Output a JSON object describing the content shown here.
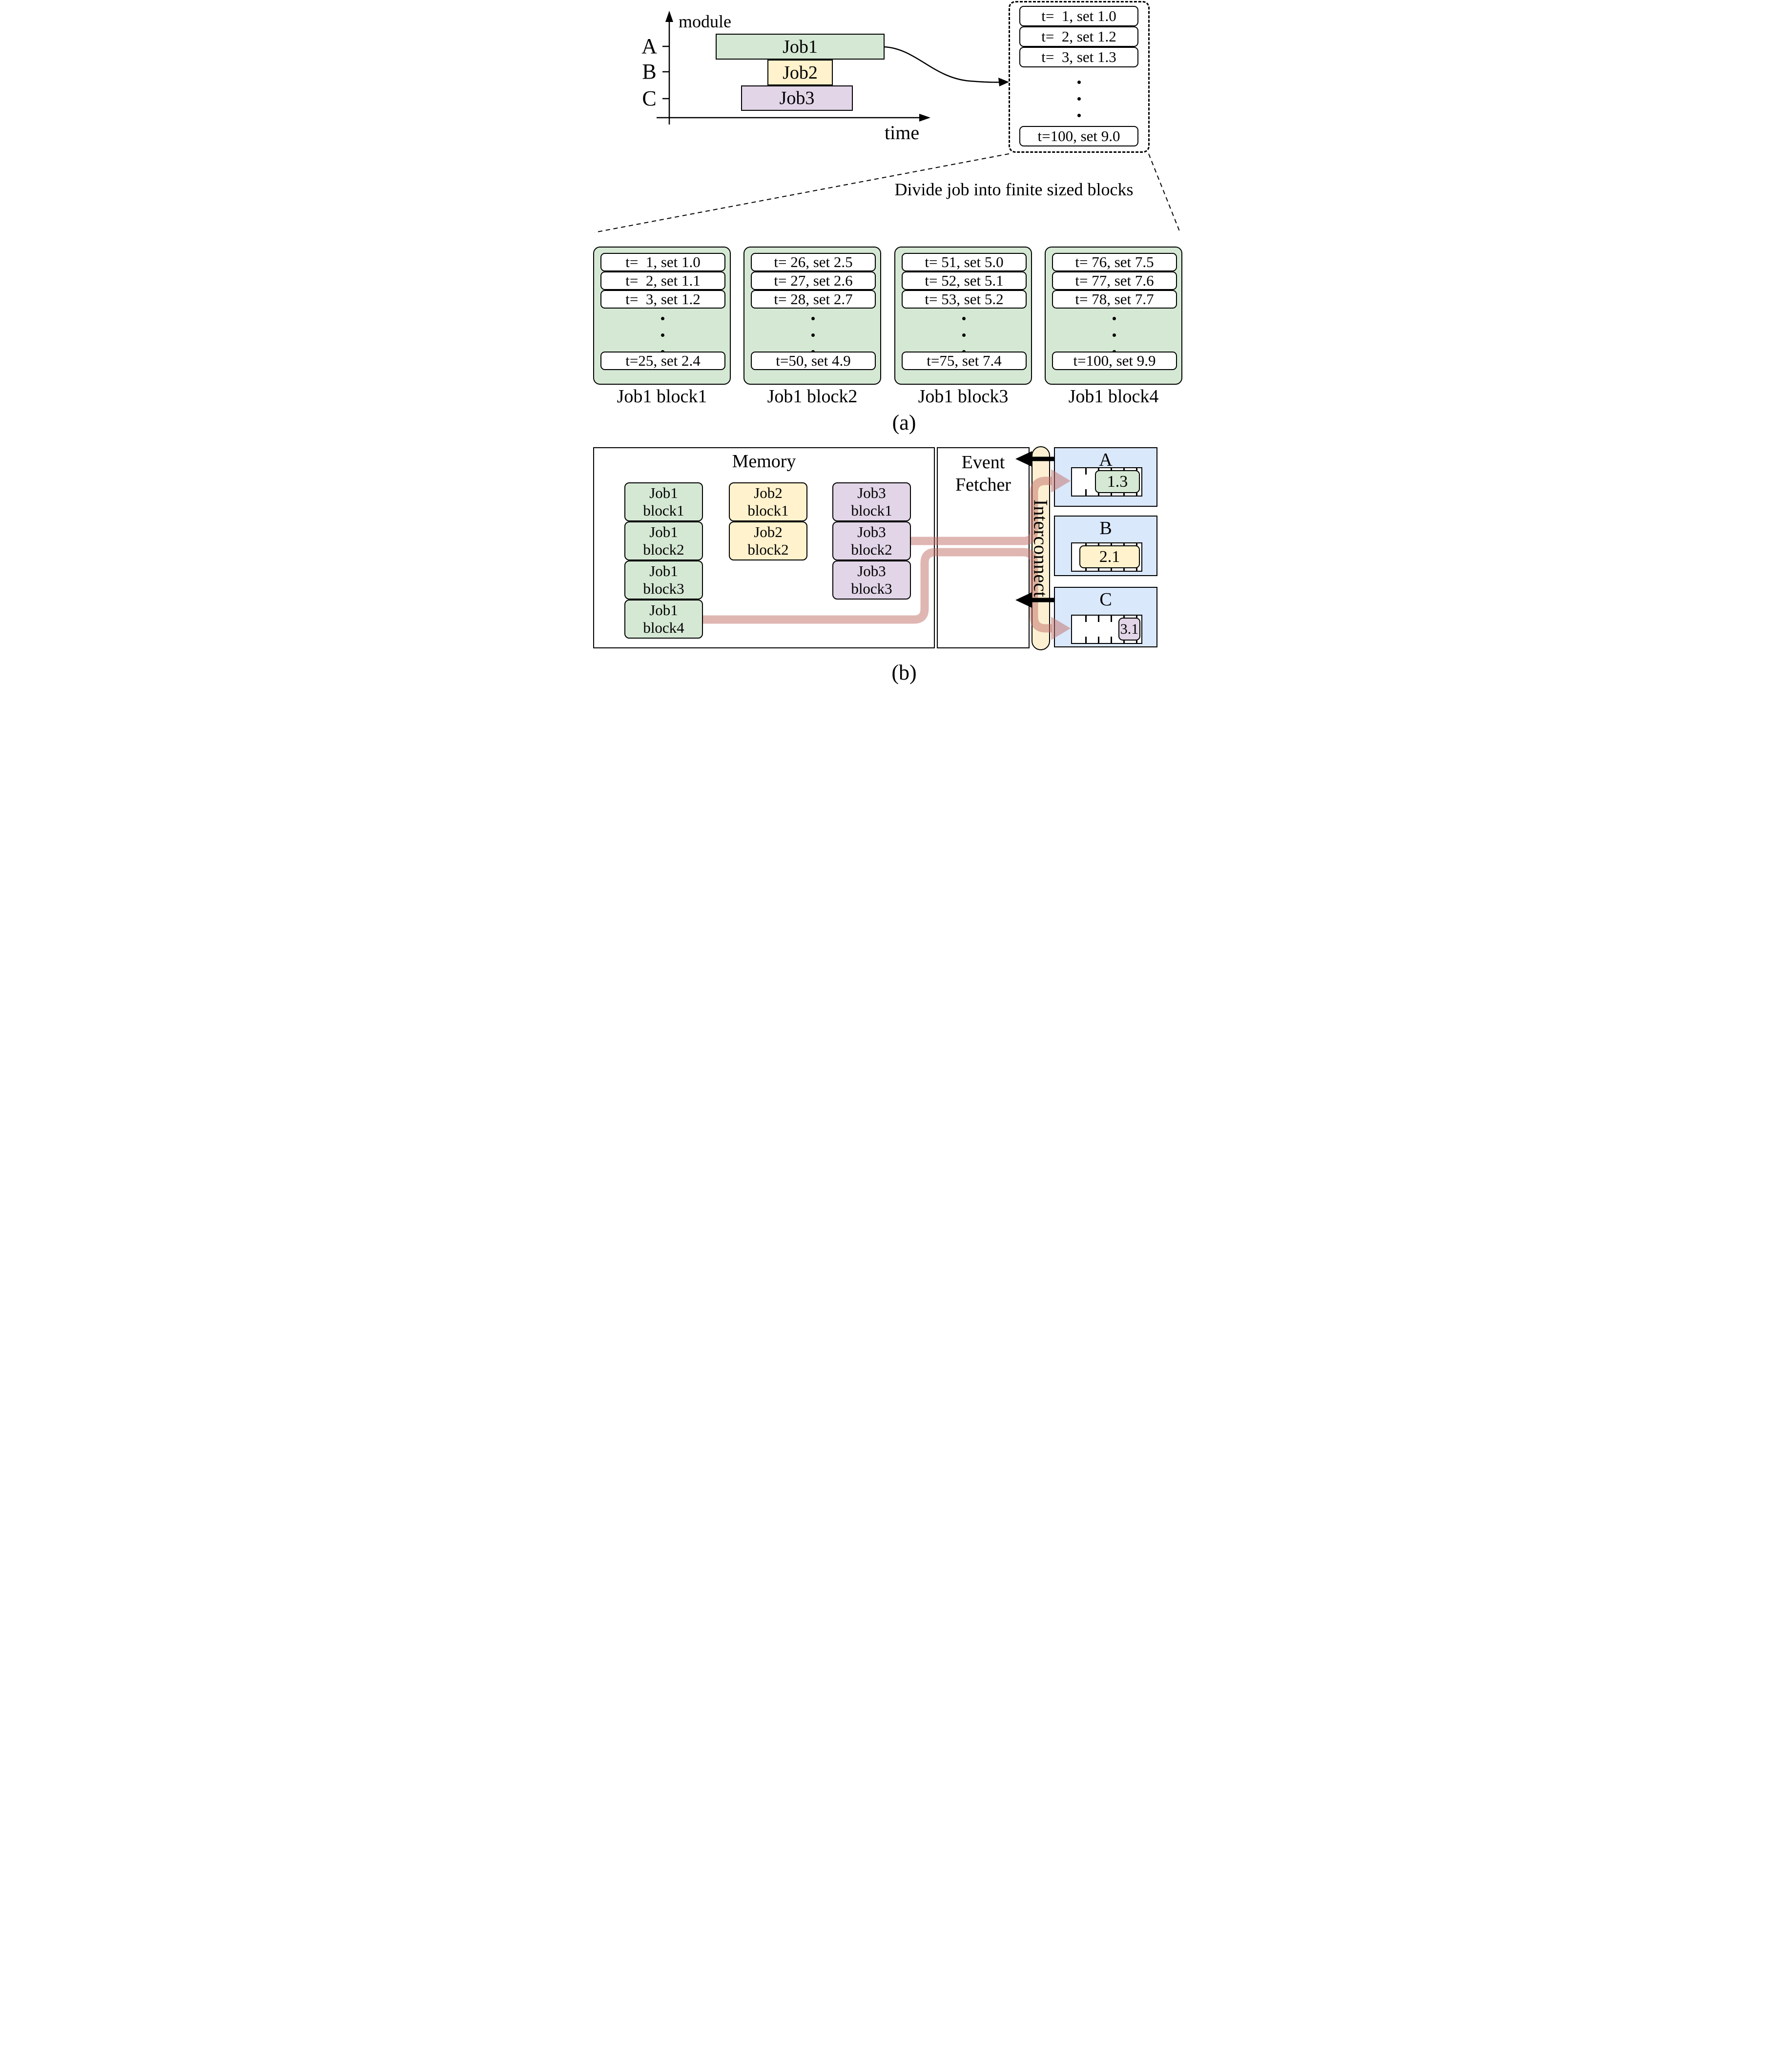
{
  "figure": {
    "panel_a_label": "(a)",
    "panel_b_label": "(b)",
    "divide_caption": "Divide job into finite sized blocks"
  },
  "gantt": {
    "y_axis_label": "module",
    "x_axis_label": "time",
    "row_labels": [
      "A",
      "B",
      "C"
    ],
    "bars": [
      {
        "label": "Job1",
        "module": "A"
      },
      {
        "label": "Job2",
        "module": "B"
      },
      {
        "label": "Job3",
        "module": "C"
      }
    ]
  },
  "event_stream": {
    "events": [
      "t=  1, set 1.0",
      "t=  2, set 1.2",
      "t=  3, set 1.3"
    ],
    "last_event": "t=100, set 9.0"
  },
  "job_blocks": [
    {
      "label": "Job1 block1",
      "events": [
        "t=  1, set 1.0",
        "t=  2, set 1.1",
        "t=  3, set 1.2"
      ],
      "last_event": "t=25, set 2.4"
    },
    {
      "label": "Job1 block2",
      "events": [
        "t= 26, set 2.5",
        "t= 27, set 2.6",
        "t= 28, set 2.7"
      ],
      "last_event": "t=50, set 4.9"
    },
    {
      "label": "Job1 block3",
      "events": [
        "t= 51, set 5.0",
        "t= 52, set 5.1",
        "t= 53, set 5.2"
      ],
      "last_event": "t=75, set 7.4"
    },
    {
      "label": "Job1 block4",
      "events": [
        "t= 76, set 7.5",
        "t= 77, set 7.6",
        "t= 78, set 7.7"
      ],
      "last_event": "t=100, set 9.9"
    }
  ],
  "memory": {
    "title": "Memory",
    "job1_blocks": [
      {
        "line1": "Job1",
        "line2": "block1"
      },
      {
        "line1": "Job1",
        "line2": "block2"
      },
      {
        "line1": "Job1",
        "line2": "block3"
      },
      {
        "line1": "Job1",
        "line2": "block4"
      }
    ],
    "job2_blocks": [
      {
        "line1": "Job2",
        "line2": "block1"
      },
      {
        "line1": "Job2",
        "line2": "block2"
      }
    ],
    "job3_blocks": [
      {
        "line1": "Job3",
        "line2": "block1"
      },
      {
        "line1": "Job3",
        "line2": "block2"
      },
      {
        "line1": "Job3",
        "line2": "block3"
      }
    ]
  },
  "event_fetcher": {
    "line1": "Event",
    "line2": "Fetcher"
  },
  "interconnect": {
    "label": "Interconnect"
  },
  "modules": [
    {
      "name": "A",
      "current_event": "1.3"
    },
    {
      "name": "B",
      "current_event": "2.1"
    },
    {
      "name": "C",
      "current_event": "3.1"
    }
  ],
  "colors": {
    "job1_green": "#d5e8d4",
    "job2_yellow": "#fff2cc",
    "job3_purple": "#e1d5e7",
    "module_blue": "#dae8fc",
    "interconnect_cream": "#fdf0d2",
    "flow_pink": "rgba(192,110,102,0.5)"
  }
}
